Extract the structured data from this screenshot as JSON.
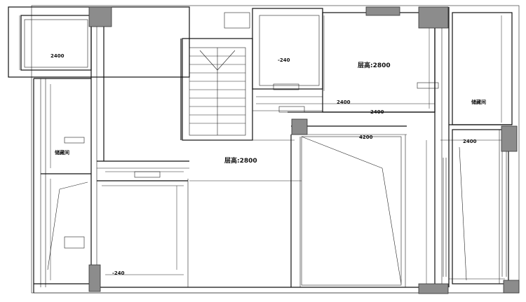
{
  "rooms": {
    "ceiling_height_upper_right": "层高:2800",
    "ceiling_height_center": "层高:2800",
    "bedroom_label_left": "储藏间",
    "bedroom_label_right": "储藏间",
    "room_240_upper": "-240",
    "room_240_lower": "-240"
  },
  "dimensions": {
    "top_left_box_width": "2400",
    "mid_dim_1": "2400",
    "mid_dim_2": "2400",
    "mid_dim_3": "4200",
    "right_dim": "2400"
  },
  "colors": {
    "line": "#111111",
    "column_fill": "#8c8c8c",
    "background": "#ffffff"
  }
}
